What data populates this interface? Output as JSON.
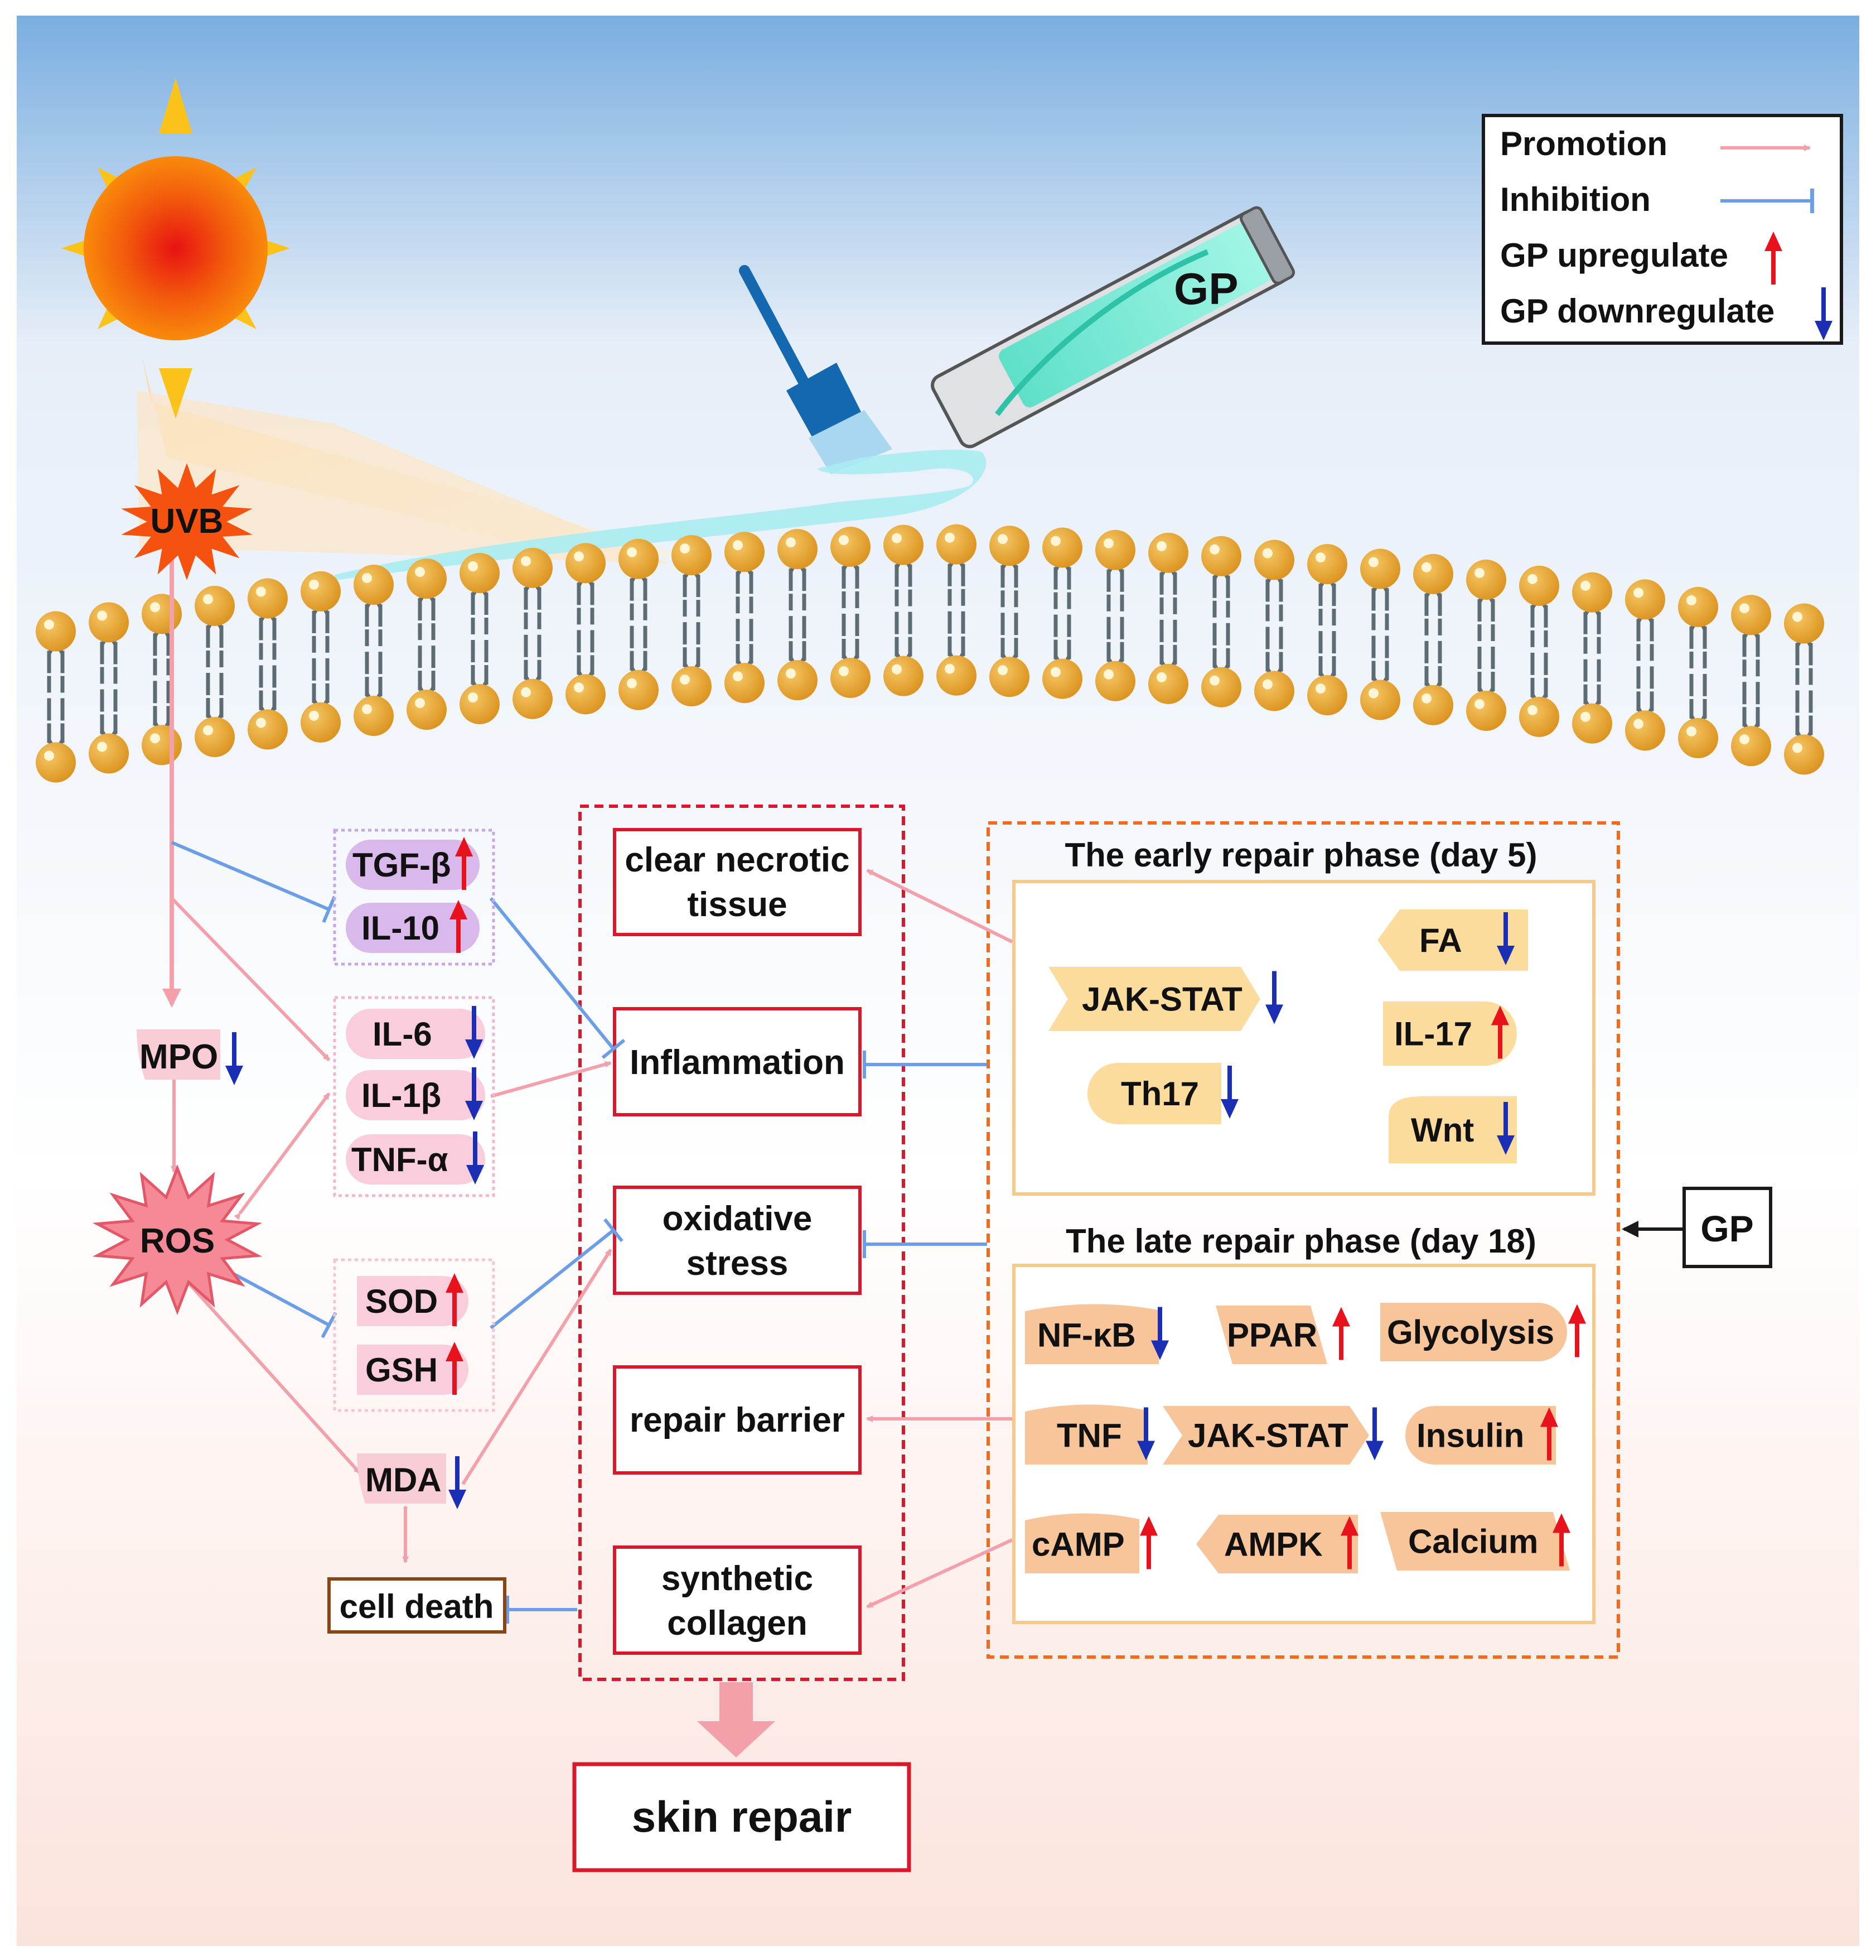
{
  "legend": {
    "promotion": "Promotion",
    "inhibition": "Inhibition",
    "upregulate": "GP upregulate",
    "downregulate": "GP downregulate"
  },
  "colors": {
    "promotion": "#f4a0aa",
    "inhibition": "#6b9ee6",
    "up_arrow": "#e8121c",
    "down_arrow": "#1a2fb4",
    "center_box": "#d9182c",
    "phase_box": "#f26a1b",
    "pill_purple": "#d9b8ec",
    "pill_pink": "#f9cddc",
    "pill_yellow": "#fbdc9c",
    "pill_orange": "#f8c49a",
    "lipid_head": "#e8a52e"
  },
  "gp_tube_label": "GP",
  "uvb": "UVB",
  "ros": "ROS",
  "mpo": "MPO",
  "mda": "MDA",
  "cell_death": "cell death",
  "cytokines_group1": [
    "TGF-β",
    "IL-10"
  ],
  "cytokines_group2": [
    "IL-6",
    "IL-1β",
    "TNF-α"
  ],
  "antioxidants": [
    "SOD",
    "GSH"
  ],
  "center_boxes": {
    "necrotic_line1": "clear necrotic",
    "necrotic_line2": "tissue",
    "inflammation": "Inflammation",
    "oxidative_line1": "oxidative",
    "oxidative_line2": "stress",
    "barrier": "repair barrier",
    "collagen_line1": "synthetic",
    "collagen_line2": "collagen"
  },
  "skin_repair": "skin repair",
  "gp_side_label": "GP",
  "early_phase": {
    "title": "The early repair phase (day 5)",
    "items": [
      "JAK-STAT",
      "FA",
      "IL-17",
      "Th17",
      "Wnt"
    ]
  },
  "late_phase": {
    "title": "The late repair phase (day 18)",
    "items": [
      "NF-κB",
      "PPAR",
      "Glycolysis",
      "TNF",
      "JAK-STAT",
      "Insulin",
      "cAMP",
      "AMPK",
      "Calcium"
    ]
  }
}
